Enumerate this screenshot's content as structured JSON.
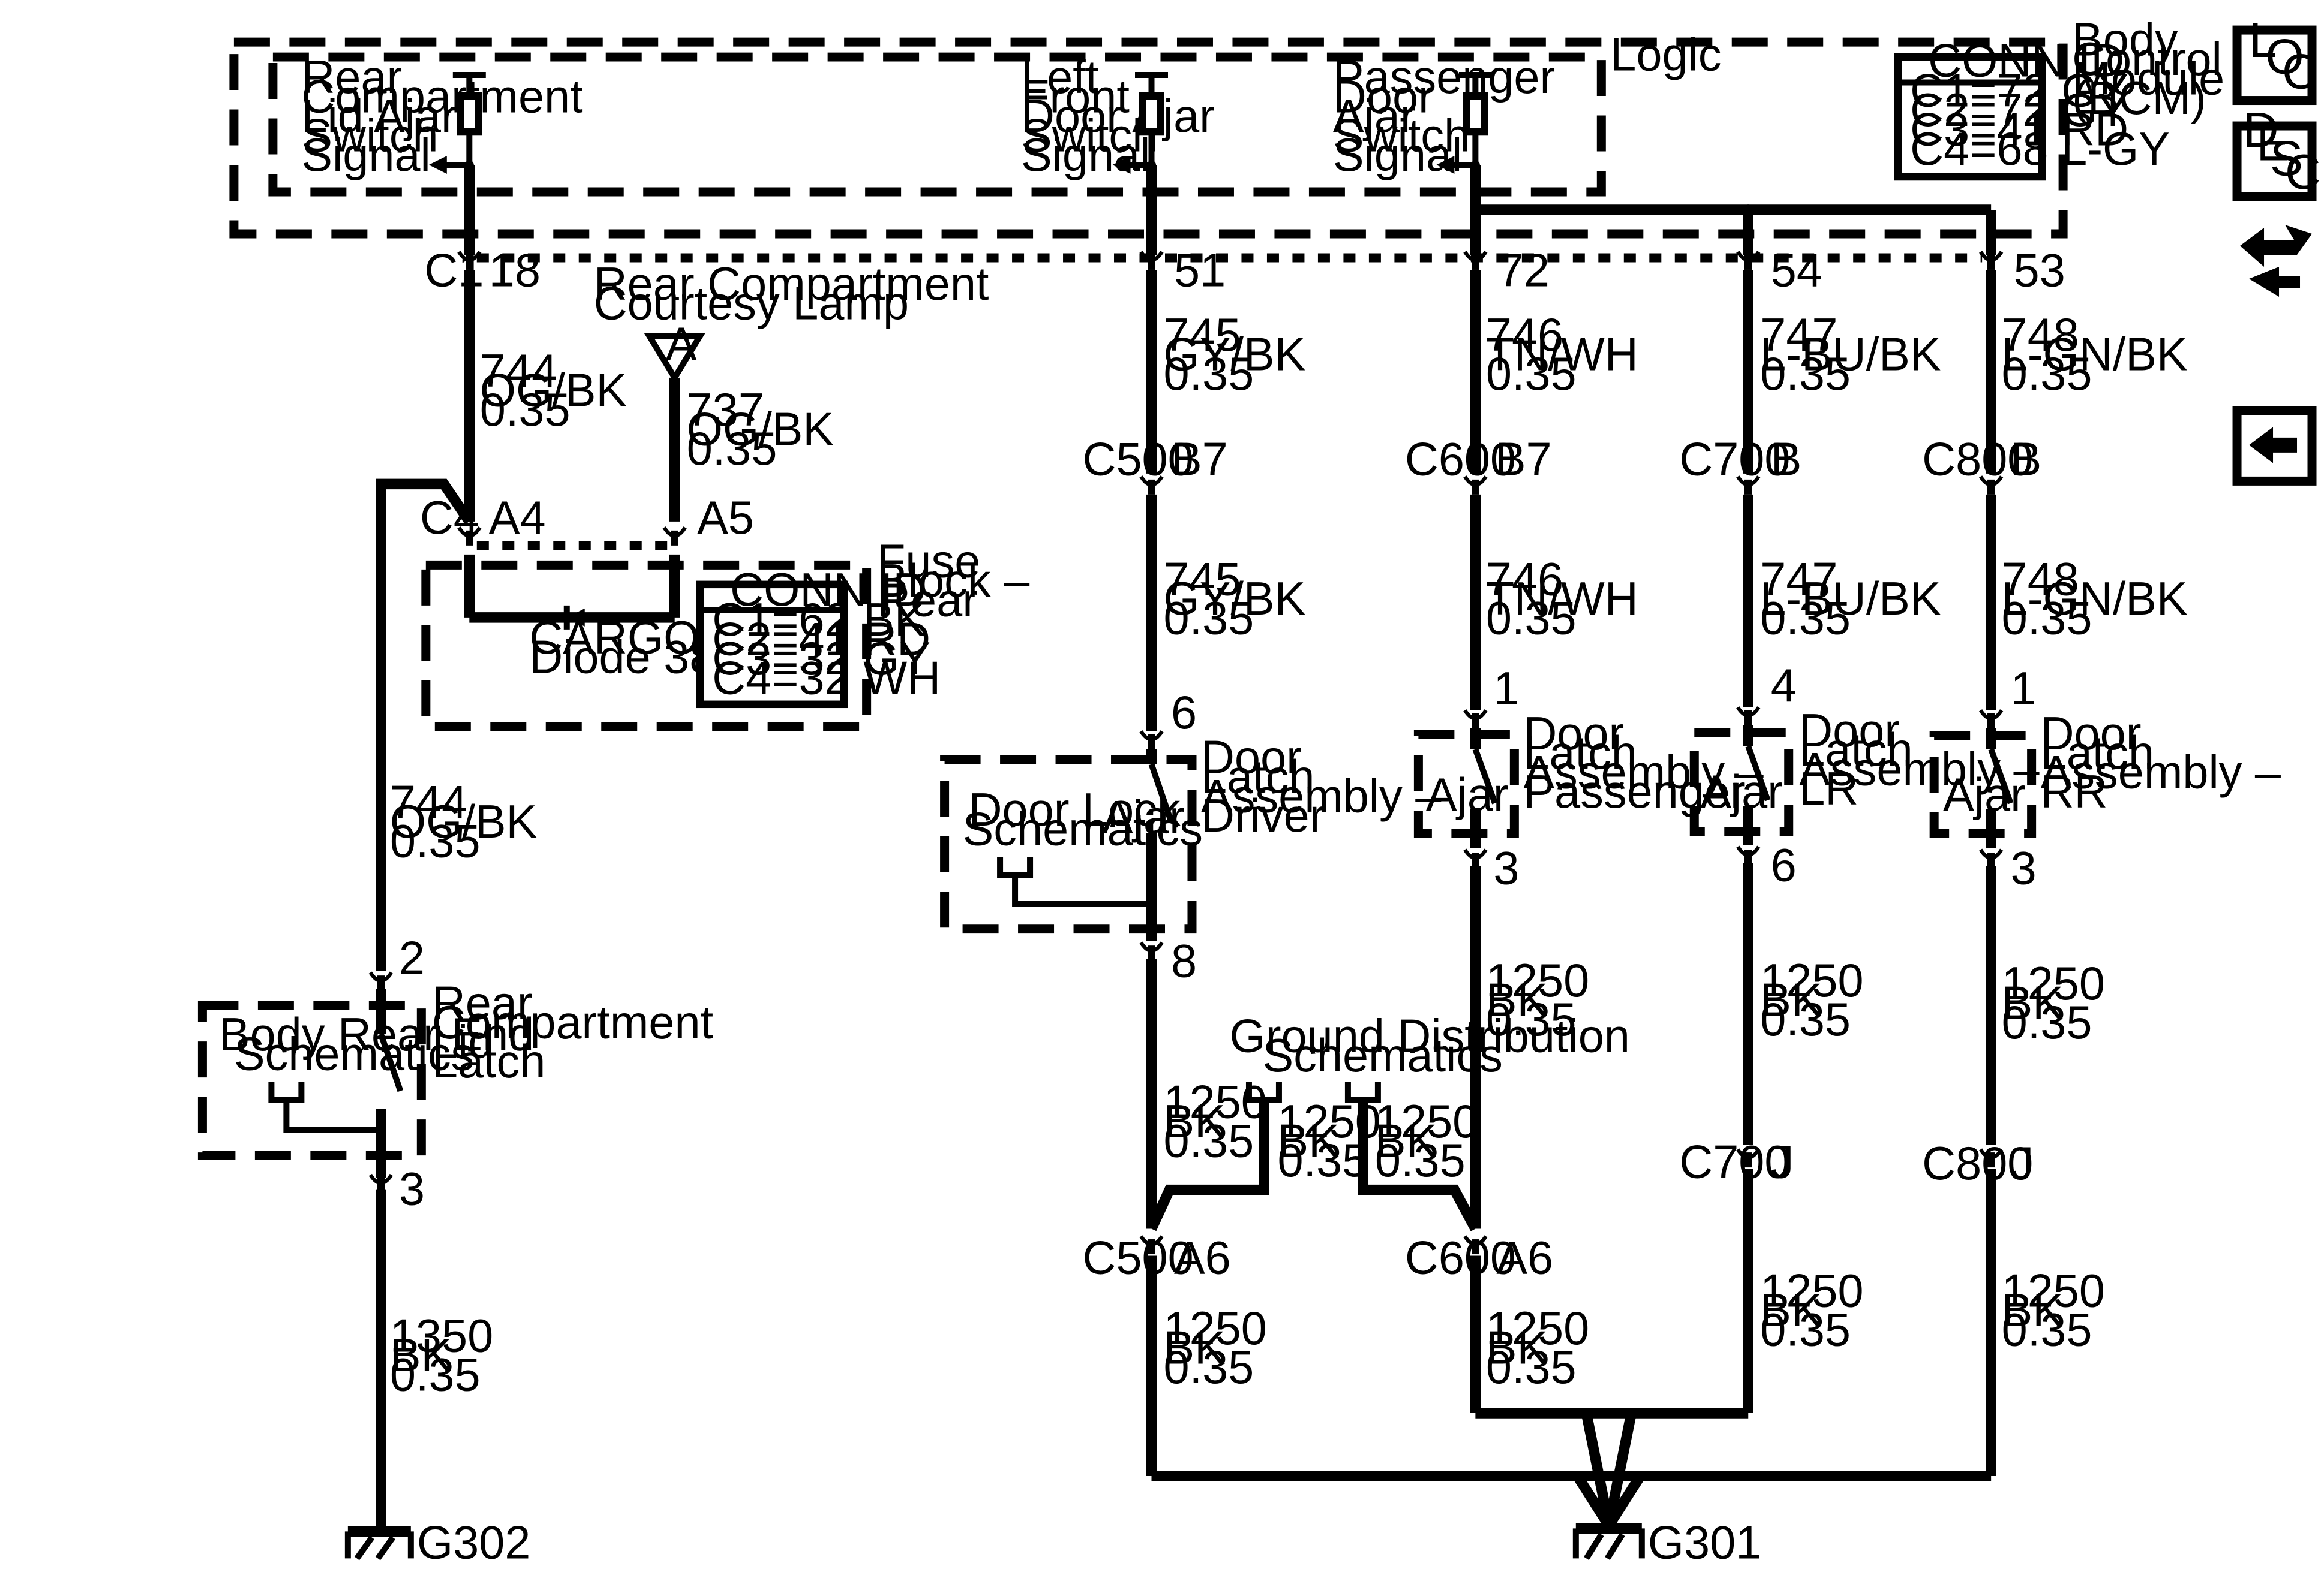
{
  "bcm": {
    "logic": "Logic",
    "name": [
      "Body",
      "Control",
      "Module",
      "(BCM)"
    ],
    "conn_title": "CONN ID",
    "conn": [
      "C1=72 GY",
      "C2=72 GY",
      "C3=41 RD",
      "C4=68 L-GY"
    ],
    "sig_rear": [
      "Rear",
      "Compartment",
      "Lid Ajar",
      "Switch",
      "Signal"
    ],
    "sig_lf": [
      "Left",
      "Front",
      "Door Ajar",
      "Switch",
      "Signal"
    ],
    "sig_pass": [
      "Passenger",
      "Door",
      "Ajar",
      "Switch",
      "Signal"
    ]
  },
  "pins": {
    "c1": "C1",
    "p18": "18",
    "p51": "51",
    "p72": "72",
    "p54": "54",
    "p53": "53",
    "c4": "C4",
    "a4": "A4",
    "a5": "A5",
    "c500": "C500",
    "c600": "C600",
    "c700": "C700",
    "c800": "C800",
    "b7": "B7",
    "b": "B",
    "a6": "A6",
    "j": "J",
    "p6": "6",
    "p8": "8",
    "p1": "1",
    "p3": "3",
    "p4": "4",
    "p2": "2"
  },
  "wires": {
    "w744": [
      "744",
      "OG/BK",
      "0.35"
    ],
    "w737": [
      "737",
      "OG/BK",
      "0.35"
    ],
    "w745": [
      "745",
      "GY/BK",
      "0.35"
    ],
    "w746": [
      "746",
      "TN/WH",
      "0.35"
    ],
    "w747": [
      "747",
      "L-BU/BK",
      "0.35"
    ],
    "w748": [
      "748",
      "L-GN/BK",
      "0.35"
    ],
    "w1250": [
      "1250",
      "BK",
      "0.35"
    ],
    "w1350": [
      "1350",
      "BK",
      "0.35"
    ]
  },
  "lamp": {
    "title": [
      "Rear Compartment",
      "Courtesy Lamp"
    ],
    "symbol": "A"
  },
  "fuse_block": {
    "name": [
      "Fuse",
      "Block –",
      "Rear"
    ],
    "diode": [
      "CARGO LP",
      "Diode 38"
    ],
    "conn_title": "CONN ID",
    "conn": [
      "C1=62 BK",
      "C2=41 RD",
      "C3=32 GY",
      "C4=32 WH"
    ]
  },
  "components": {
    "driver": [
      "Door",
      "Latch",
      "Assembly –",
      "Driver"
    ],
    "passenger": [
      "Door",
      "Latch",
      "Assembly –",
      "Passenger"
    ],
    "lr": [
      "Door",
      "Latch",
      "Assembly –",
      "LR"
    ],
    "rr": [
      "Door",
      "Latch",
      "Assembly –",
      "RR"
    ],
    "ajar": "Ajar",
    "door_lock": [
      "Door Lock",
      "Schematics"
    ],
    "rear_lid": [
      "Rear",
      "Compartment",
      "Lid",
      "Latch"
    ],
    "body_rear": [
      "Body Rear End",
      "Schematics"
    ],
    "ground_dist": [
      "Ground Distribution",
      "Schematics"
    ]
  },
  "grounds": {
    "g301": "G301",
    "g302": "G302"
  },
  "nav": {
    "loc": [
      "L",
      "O",
      "C"
    ],
    "desc": [
      "D",
      "E",
      "S",
      "C"
    ]
  },
  "icons": [
    "swap-arrows-icon",
    "back-arrow-icon"
  ]
}
